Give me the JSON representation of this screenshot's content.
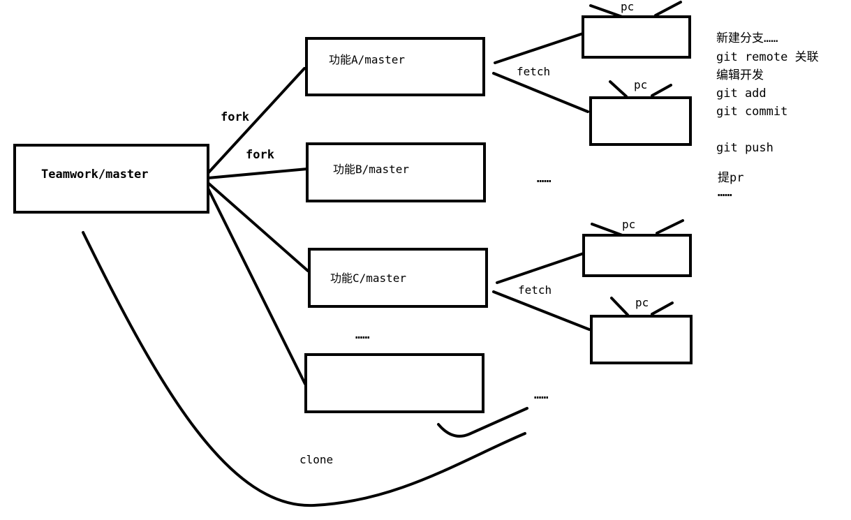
{
  "root": {
    "label": "Teamwork/master"
  },
  "forks": [
    {
      "label": "功能A/master"
    },
    {
      "label": "功能B/master"
    },
    {
      "label": "功能C/master"
    },
    {
      "label": ""
    }
  ],
  "edges": {
    "fork_a": "fork",
    "fork_b": "fork",
    "fetch_a": "fetch",
    "fetch_c": "fetch",
    "clone": "clone"
  },
  "pc_label": "pc",
  "ellipsis": "……",
  "steps": [
    "新建分支……",
    "git remote 关联",
    "编辑开发",
    "git add",
    "git commit",
    "git push",
    "提pr",
    "……"
  ]
}
